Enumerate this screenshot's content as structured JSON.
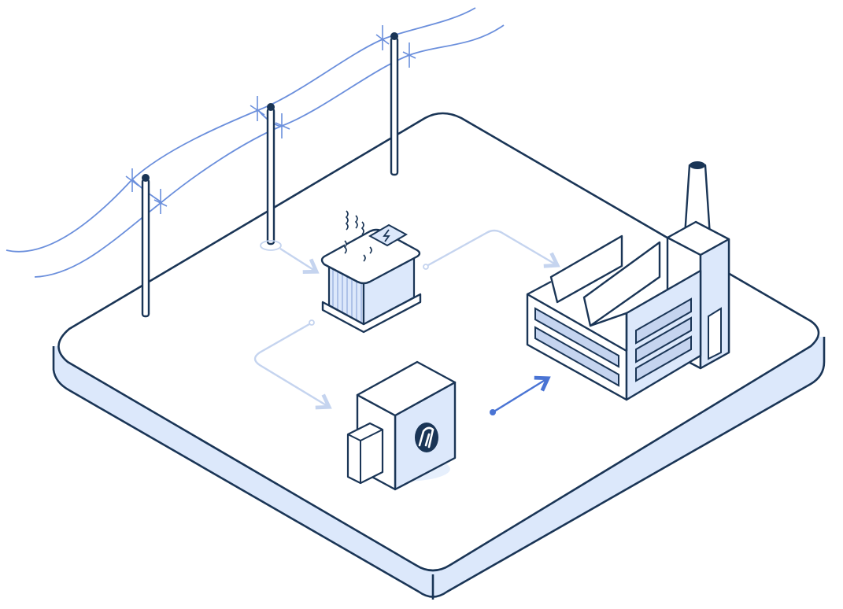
{
  "diagram": {
    "nodes": [
      {
        "id": "power-grid",
        "icon": "power-line-icon"
      },
      {
        "id": "transformer",
        "icon": "transformer-icon"
      },
      {
        "id": "converter-unit",
        "icon": "brand-logo-icon"
      },
      {
        "id": "factory",
        "icon": "factory-icon"
      }
    ],
    "connections": [
      {
        "from": "power-grid",
        "to": "transformer"
      },
      {
        "from": "transformer",
        "to": "factory"
      },
      {
        "from": "transformer",
        "to": "converter-unit"
      },
      {
        "from": "converter-unit",
        "to": "factory"
      }
    ]
  },
  "colors": {
    "outline": "#1a3556",
    "accent": "#6b8fdc",
    "accent_light": "#c5d4ef",
    "fill_light": "#dce8fb",
    "fill_white": "#ffffff",
    "arrow": "#4a74d4"
  }
}
